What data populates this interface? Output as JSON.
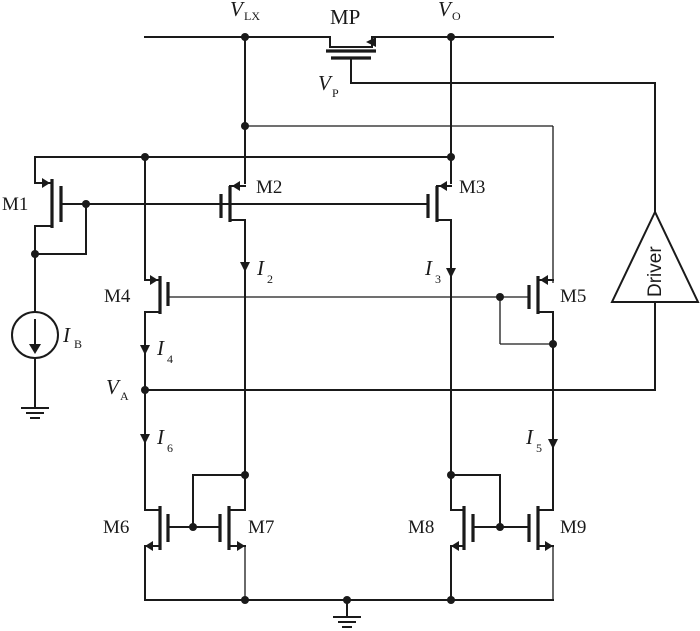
{
  "nodes": {
    "vlx": {
      "main": "V",
      "sub": "LX"
    },
    "vo": {
      "main": "V",
      "sub": "O"
    },
    "vp": {
      "main": "V",
      "sub": "P"
    },
    "va": {
      "main": "V",
      "sub": "A"
    }
  },
  "transistors": {
    "mp": "MP",
    "m1": "M1",
    "m2": "M2",
    "m3": "M3",
    "m4": "M4",
    "m5": "M5",
    "m6": "M6",
    "m7": "M7",
    "m8": "M8",
    "m9": "M9"
  },
  "currents": {
    "ib": {
      "main": "I",
      "sub": "B"
    },
    "i2": {
      "main": "I",
      "sub": "2"
    },
    "i3": {
      "main": "I",
      "sub": "3"
    },
    "i4": {
      "main": "I",
      "sub": "4"
    },
    "i5": {
      "main": "I",
      "sub": "5"
    },
    "i6": {
      "main": "I",
      "sub": "6"
    }
  },
  "driver": {
    "label": "Driver"
  }
}
